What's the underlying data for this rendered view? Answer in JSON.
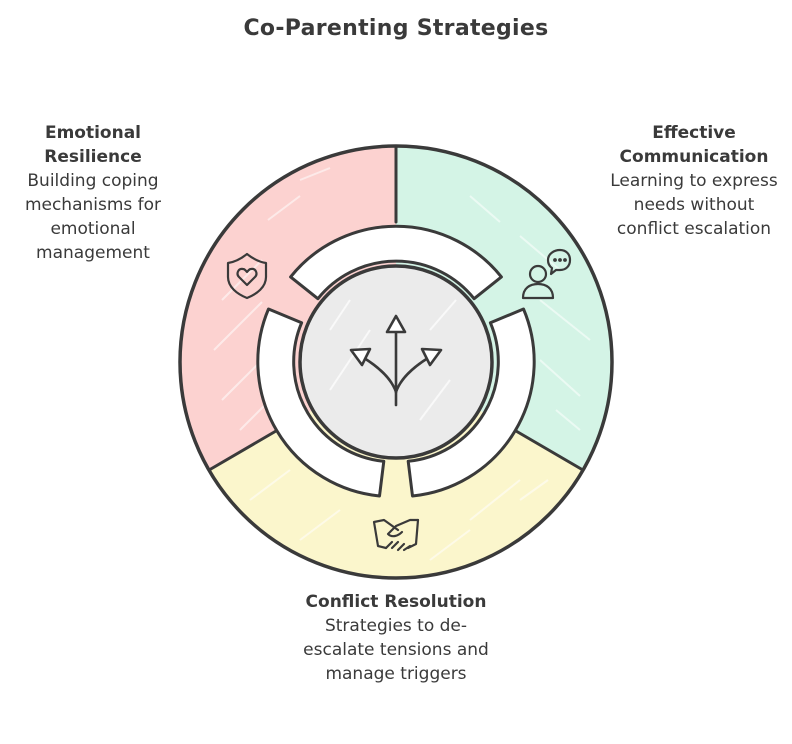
{
  "title": "Co-Parenting Strategies",
  "segments": [
    {
      "id": "emotional",
      "heading": "Emotional Resilience",
      "description": "Building coping mechanisms for emotional management",
      "icon": "heart-shield-icon",
      "color": "#fcd2d0"
    },
    {
      "id": "communication",
      "heading": "Effective Communication",
      "description": "Learning to express needs without conflict escalation",
      "icon": "person-speech-bubble-icon",
      "color": "#d4f4e6"
    },
    {
      "id": "conflict",
      "heading": "Conflict Resolution",
      "description": "Strategies to de-escalate tensions and manage triggers",
      "icon": "handshake-icon",
      "color": "#fbf6cc"
    }
  ],
  "center": {
    "icon": "diverging-arrows-icon",
    "color": "#ebebeb"
  },
  "colors": {
    "stroke": "#3a3a3a",
    "ring": "#ffffff"
  }
}
